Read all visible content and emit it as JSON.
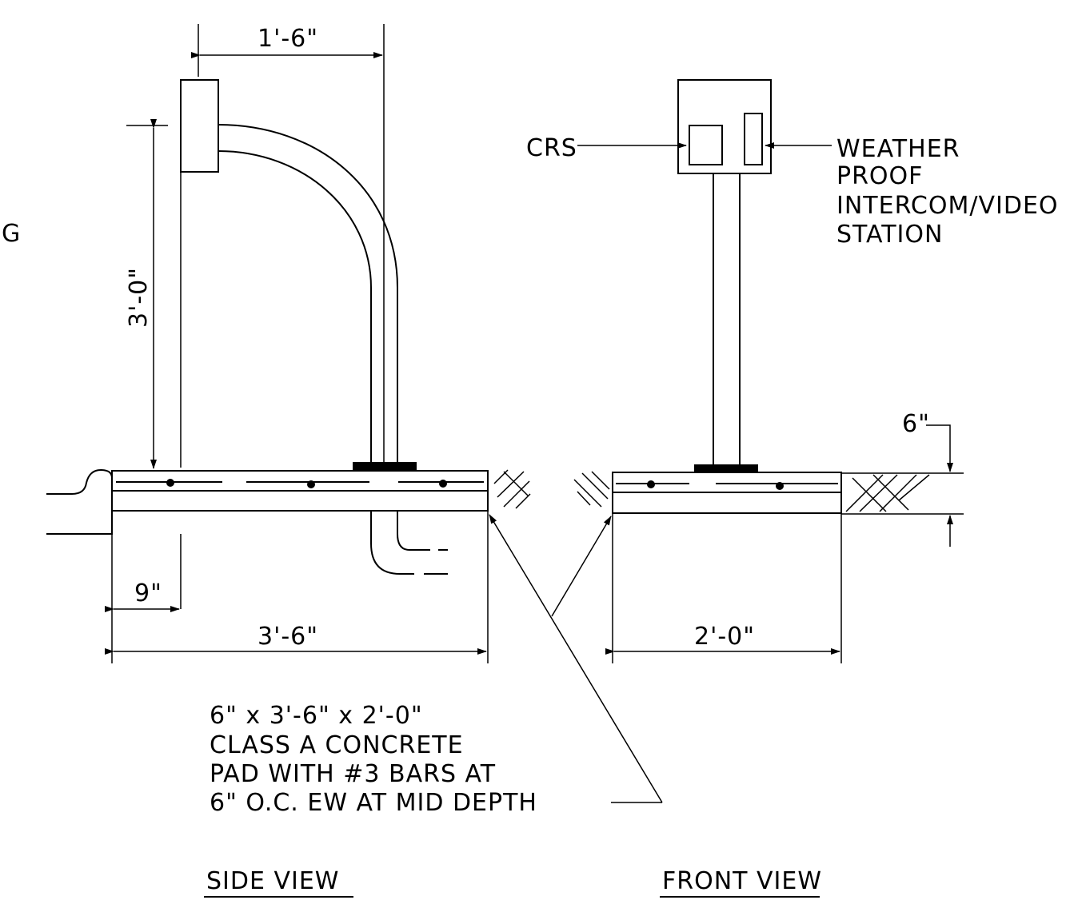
{
  "views": {
    "side": {
      "title": "SIDE VIEW",
      "dim_top": "1'-6\"",
      "dim_height": "3'-0\"",
      "dim_offset": "9\"",
      "dim_base": "3'-6\""
    },
    "front": {
      "title": "FRONT VIEW",
      "dim_base": "2'-0\"",
      "dim_depth": "6\""
    }
  },
  "callouts": {
    "crs": "CRS",
    "station_lines": [
      "WEATHER",
      "PROOF",
      "INTERCOM/VIDEO",
      "STATION"
    ],
    "pad_note_lines": [
      "6\" x 3'-6\" x 2'-0\"",
      "CLASS A CONCRETE",
      "PAD WITH #3 BARS AT",
      "6\" O.C. EW AT MID DEPTH"
    ]
  },
  "margin_mark": "G"
}
